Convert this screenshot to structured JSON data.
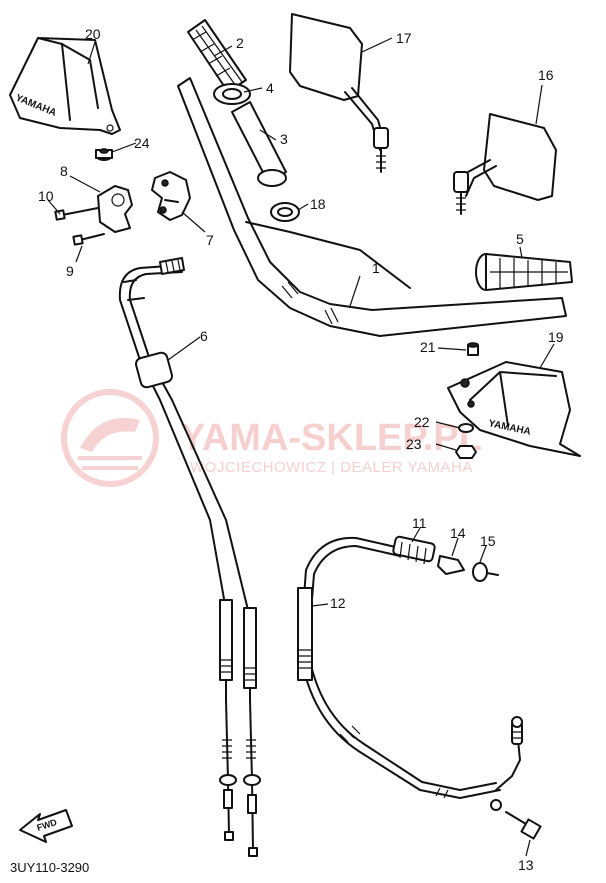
{
  "diagram": {
    "code": "3UY110-3290",
    "fwd_label": "FWD",
    "brand_text": "YAMAHA",
    "watermark": {
      "title": "YAMA-SKLEP.PL",
      "subtitle": "WOJCIECHOWICZ | DEALER YAMAHA",
      "color": "#e36b6b"
    },
    "callouts": [
      "1",
      "2",
      "3",
      "4",
      "5",
      "6",
      "7",
      "8",
      "9",
      "10",
      "11",
      "12",
      "13",
      "14",
      "15",
      "16",
      "17",
      "18",
      "19",
      "20",
      "21",
      "22",
      "23",
      "24"
    ]
  }
}
